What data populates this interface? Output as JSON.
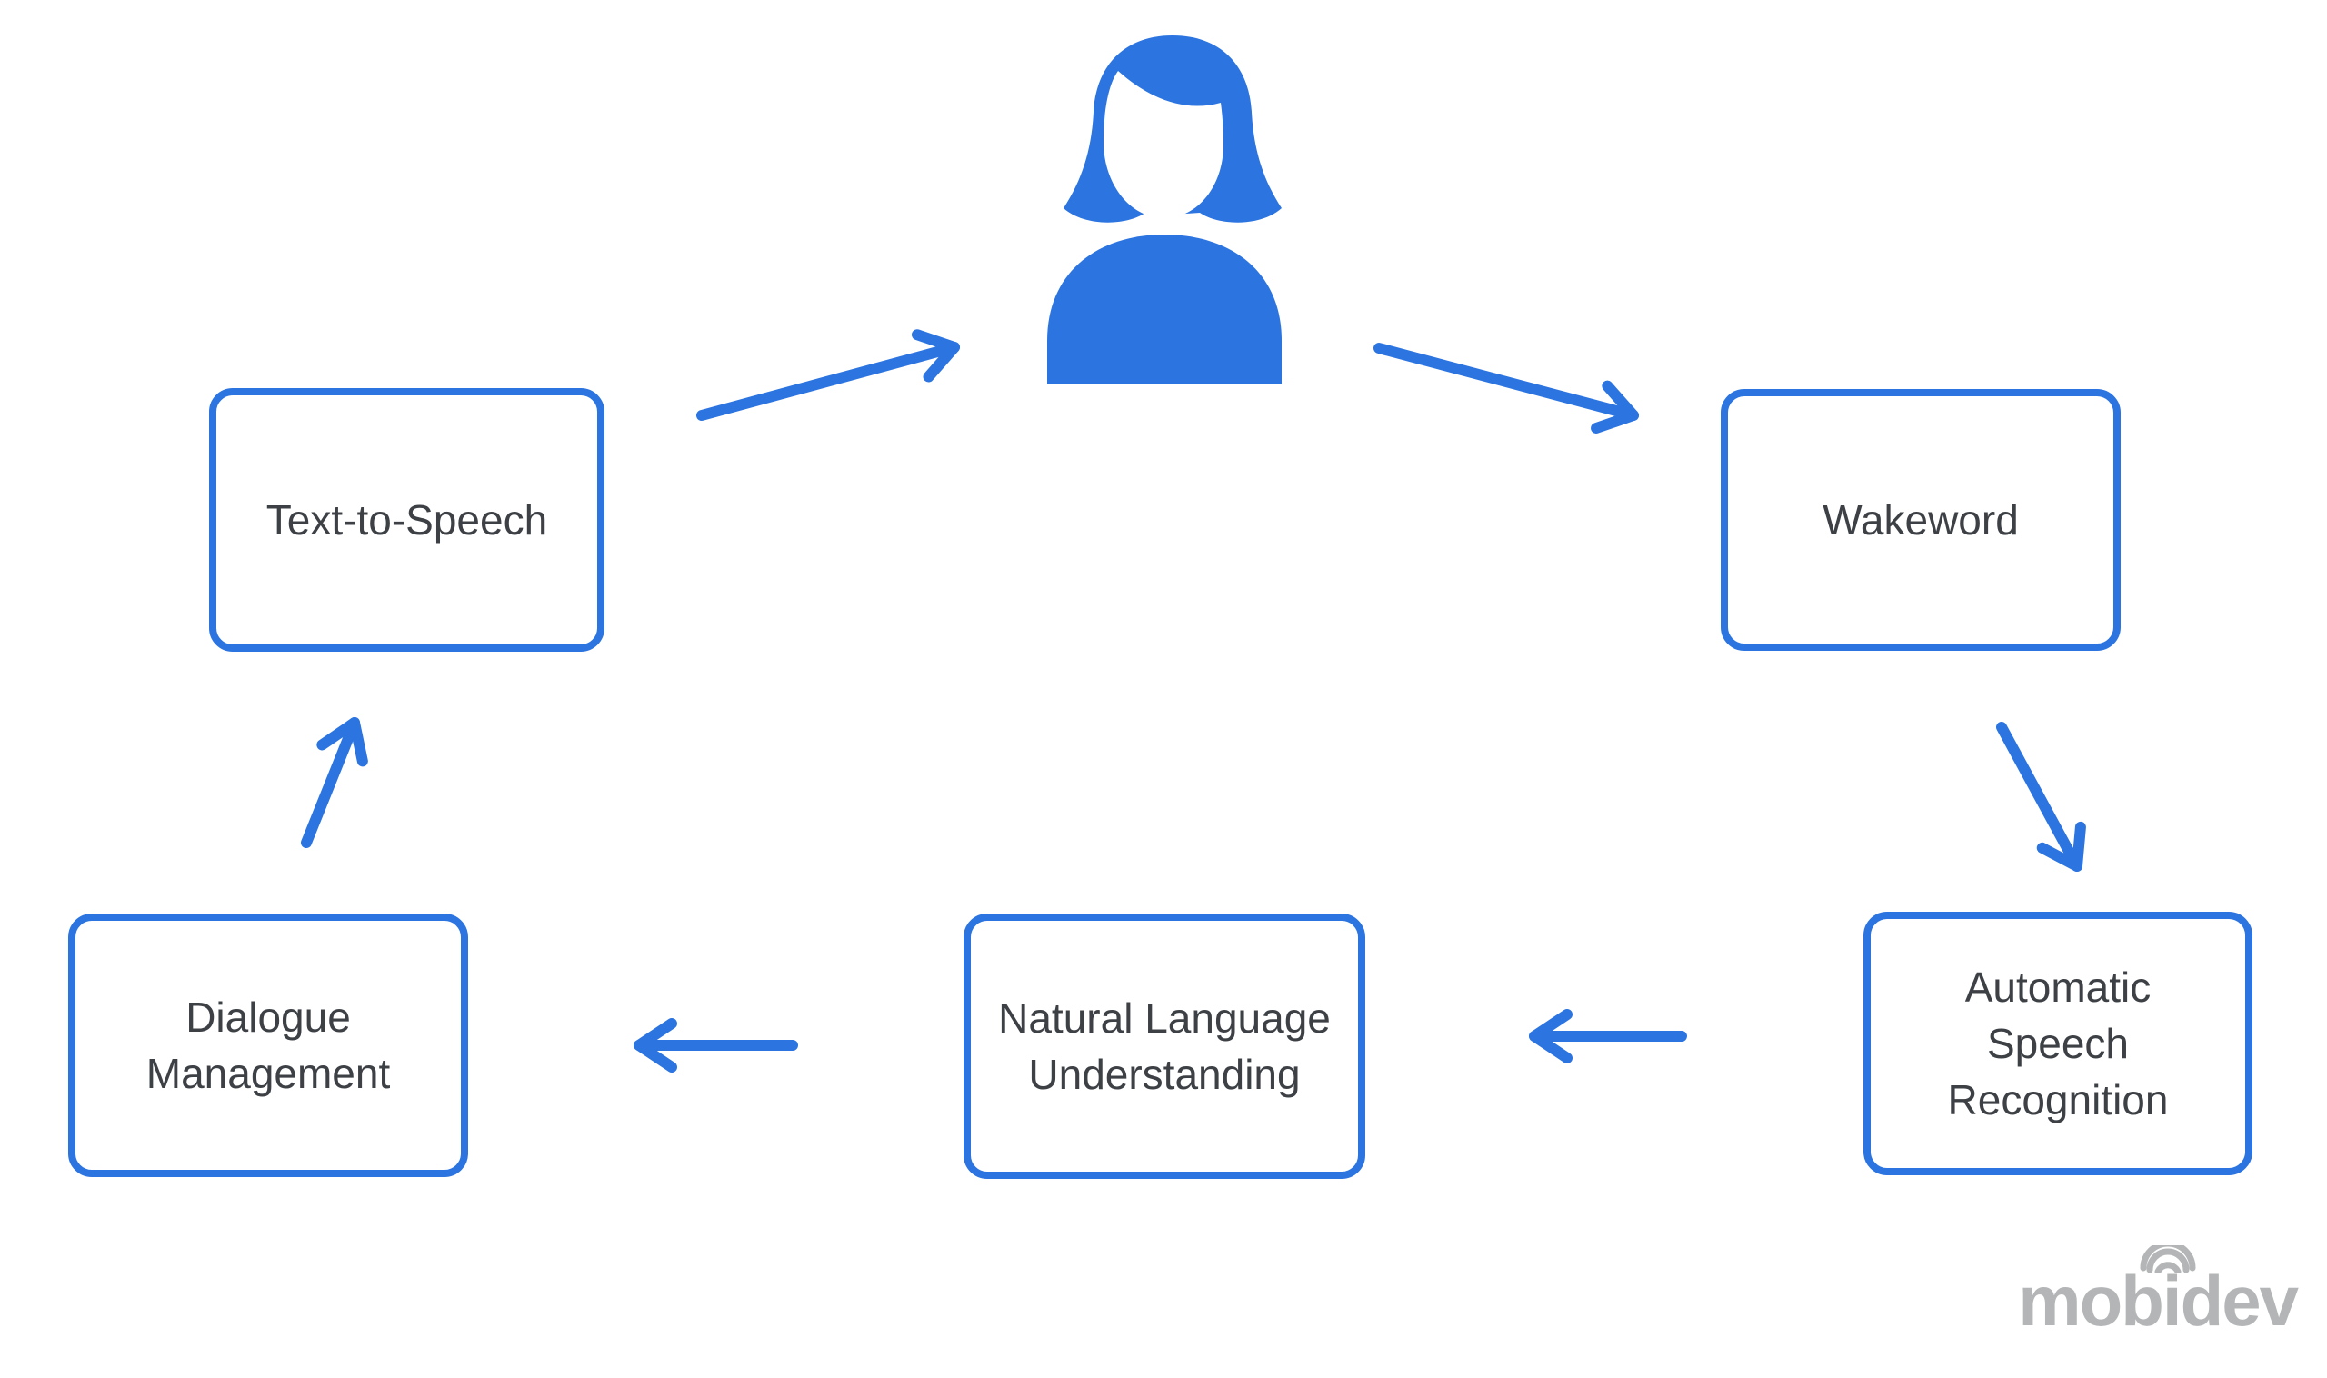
{
  "diagram": {
    "person": {
      "id": "user",
      "icon": "female-user-icon"
    },
    "nodes": [
      {
        "id": "text-to-speech",
        "label": "Text-to-Speech"
      },
      {
        "id": "wakeword",
        "label": "Wakeword"
      },
      {
        "id": "automatic-speech-recognition",
        "label": "Automatic Speech Recognition"
      },
      {
        "id": "natural-language-understanding",
        "label": "Natural Language Understanding"
      },
      {
        "id": "dialogue-management",
        "label": "Dialogue Management"
      }
    ],
    "edges": [
      {
        "from": "text-to-speech",
        "to": "user"
      },
      {
        "from": "user",
        "to": "wakeword"
      },
      {
        "from": "wakeword",
        "to": "automatic-speech-recognition"
      },
      {
        "from": "automatic-speech-recognition",
        "to": "natural-language-understanding"
      },
      {
        "from": "natural-language-understanding",
        "to": "dialogue-management"
      },
      {
        "from": "dialogue-management",
        "to": "text-to-speech"
      }
    ]
  },
  "logo": {
    "text": "mobidev",
    "icon": "wifi-arcs-icon"
  },
  "colors": {
    "accent": "#2c74e0",
    "text": "#3d4045",
    "logo": "#b3b5b6",
    "background": "#ffffff"
  }
}
